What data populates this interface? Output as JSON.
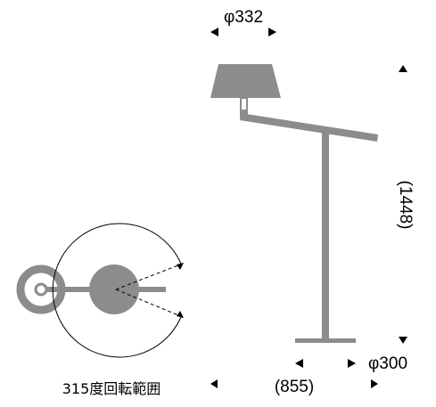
{
  "dimensions": {
    "shade_diameter": "φ332",
    "total_height": "(1448)",
    "arm_reach": "(855)",
    "base_diameter": "φ300"
  },
  "plan_view": {
    "rotation_label": "315度回転範囲",
    "rotation_degrees": 315
  },
  "colors": {
    "product_gray": "#8c8c8c",
    "line": "#000000"
  }
}
